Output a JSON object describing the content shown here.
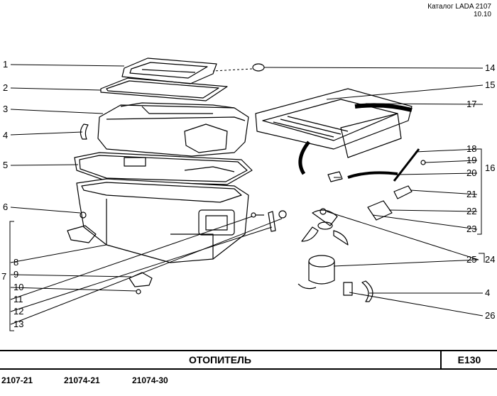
{
  "header": {
    "catalog": "Каталог LADA 2107",
    "date": "10.10"
  },
  "callouts": {
    "l1": "1",
    "l2": "2",
    "l3": "3",
    "l4": "4",
    "l5": "5",
    "l6": "6",
    "l7": "7",
    "l8": "8",
    "l9": "9",
    "l10": "10",
    "l11": "11",
    "l12": "12",
    "l13": "13",
    "r14": "14",
    "r15": "15",
    "r16": "16",
    "r17": "17",
    "r18": "18",
    "r19": "19",
    "r20": "20",
    "r21": "21",
    "r22": "22",
    "r23": "23",
    "r24": "24",
    "r25": "25",
    "r4": "4",
    "r26": "26"
  },
  "footer": {
    "title": "ОТОПИТЕЛЬ",
    "code": "E130"
  },
  "models": [
    "2107-21",
    "21074-21",
    "21074-30"
  ]
}
